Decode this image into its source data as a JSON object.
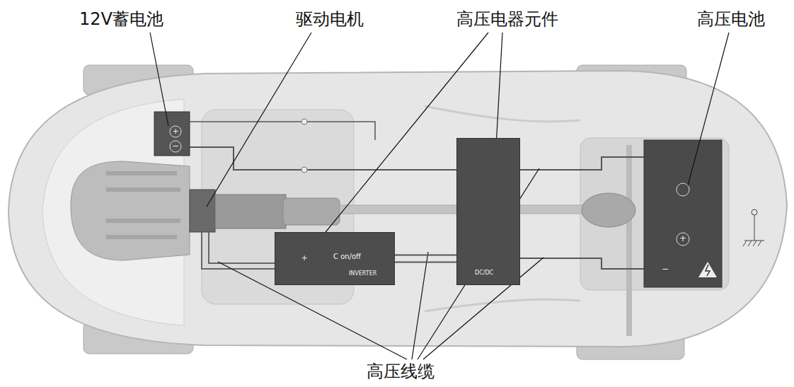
{
  "diagram": {
    "nodes": [
      {
        "text": [
          "C on/off",
          "INVERTER"
        ]
      },
      {
        "text": [
          "DC/DC"
        ]
      }
    ],
    "edges": [
      {
        "from": 0,
        "to": 1,
        "arrow": "none"
      }
    ],
    "labels": [
      "12V蓄电池",
      "驱动电机",
      "高压电器元件",
      "高压电池",
      "高压线缆",
      "+",
      "−",
      "+",
      "−",
      "+"
    ]
  }
}
